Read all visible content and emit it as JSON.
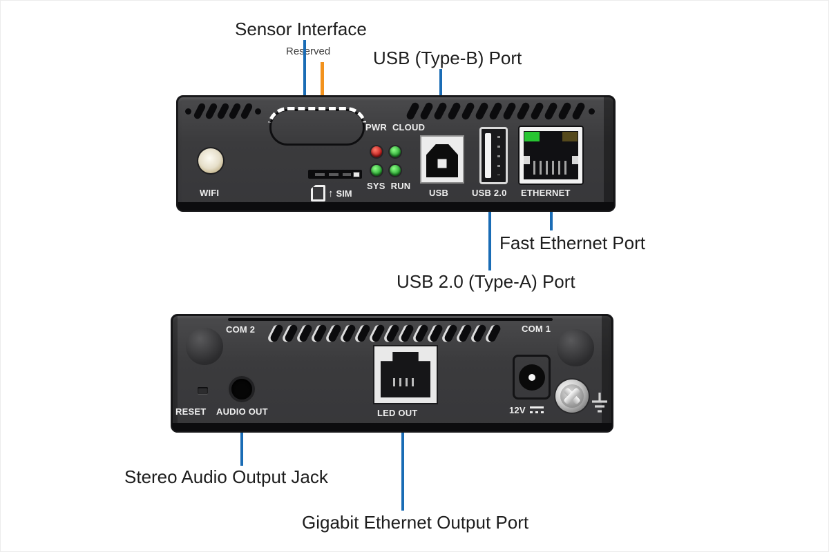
{
  "callouts": {
    "sensor_interface": "Sensor Interface",
    "reserved": "Reserved",
    "usb_type_b": "USB (Type-B) Port",
    "fast_ethernet": "Fast Ethernet Port",
    "usb20_type_a": "USB 2.0 (Type-A) Port",
    "stereo_audio": "Stereo Audio Output Jack",
    "gigabit_ethernet": "Gigabit Ethernet Output Port"
  },
  "top_panel": {
    "wifi_label": "WIFI",
    "sim_label": "SIM",
    "pwr_label": "PWR",
    "cloud_label": "CLOUD",
    "sys_label": "SYS",
    "run_label": "RUN",
    "usb_label": "USB",
    "usb20_label": "USB 2.0",
    "ethernet_label": "ETHERNET"
  },
  "bottom_panel": {
    "com2_label": "COM 2",
    "com1_label": "COM 1",
    "reset_label": "RESET",
    "audio_out_label": "AUDIO OUT",
    "led_out_label": "LED OUT",
    "power_label": "12V"
  },
  "icons": {
    "sim_arrow": "↑"
  },
  "colors": {
    "callout_blue": "#1a6cb5",
    "callout_orange": "#f2921d",
    "led_red": "#c01818",
    "led_green": "#1f9e2a",
    "ethernet_led_green": "#27c532"
  }
}
